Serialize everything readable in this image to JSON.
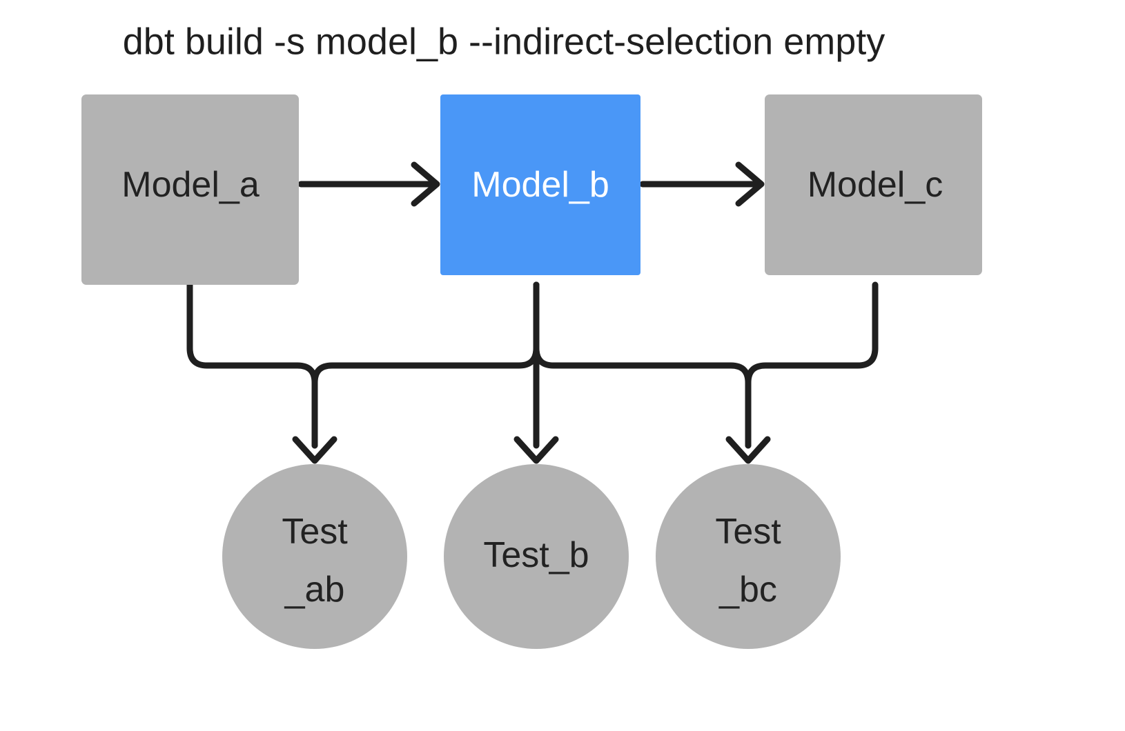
{
  "diagram": {
    "title": "dbt build -s model_b --indirect-selection empty",
    "background_color": "#ffffff",
    "edge_color": "#1f1f1f",
    "colors": {
      "node_gray": "#b3b3b3",
      "node_blue": "#4a97f7",
      "text_dark": "#222222",
      "text_light": "#ffffff"
    },
    "models": [
      {
        "id": "model-a",
        "label": "Model_a",
        "shape": "rectangle",
        "fill": "#b3b3b3",
        "text_color": "#222222",
        "selected": false
      },
      {
        "id": "model-b",
        "label": "Model_b",
        "shape": "rectangle",
        "fill": "#4a97f7",
        "text_color": "#ffffff",
        "selected": true
      },
      {
        "id": "model-c",
        "label": "Model_c",
        "shape": "rectangle",
        "fill": "#b3b3b3",
        "text_color": "#222222",
        "selected": false
      }
    ],
    "tests": [
      {
        "id": "test-ab",
        "label": "Test_ab",
        "line1": "Test",
        "line2": "_ab",
        "shape": "circle",
        "fill": "#b3b3b3",
        "text_color": "#222222",
        "selected": false
      },
      {
        "id": "test-b",
        "label": "Test_b",
        "line1": "Test_b",
        "line2": "",
        "shape": "circle",
        "fill": "#b3b3b3",
        "text_color": "#222222",
        "selected": false
      },
      {
        "id": "test-bc",
        "label": "Test_bc",
        "line1": "Test",
        "line2": "_bc",
        "shape": "circle",
        "fill": "#b3b3b3",
        "text_color": "#222222",
        "selected": false
      }
    ],
    "edges": [
      {
        "id": "edge-a-to-b",
        "from": "Model_a",
        "to": "Model_b",
        "style": "arrow-right"
      },
      {
        "id": "edge-b-to-c",
        "from": "Model_b",
        "to": "Model_c",
        "style": "arrow-right"
      },
      {
        "id": "edge-a-to-testab",
        "from": "Model_a",
        "to": "Test_ab",
        "style": "elbow-down"
      },
      {
        "id": "edge-b-to-testab",
        "from": "Model_b",
        "to": "Test_ab",
        "style": "elbow-down"
      },
      {
        "id": "edge-b-to-testb",
        "from": "Model_b",
        "to": "Test_b",
        "style": "straight-down"
      },
      {
        "id": "edge-b-to-testbc",
        "from": "Model_b",
        "to": "Test_bc",
        "style": "elbow-down"
      },
      {
        "id": "edge-c-to-testbc",
        "from": "Model_c",
        "to": "Test_bc",
        "style": "elbow-down"
      }
    ]
  }
}
